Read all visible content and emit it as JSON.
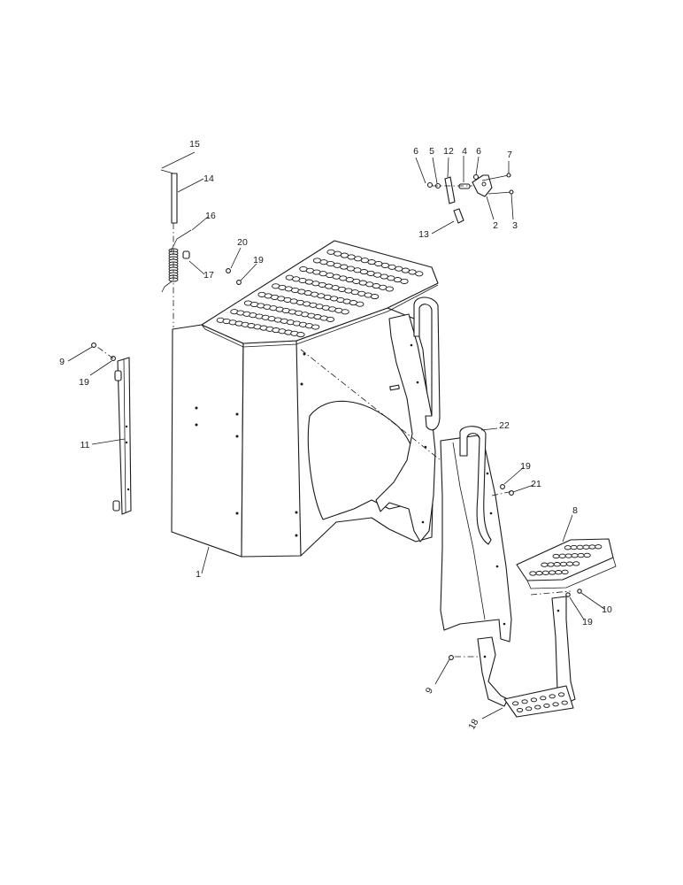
{
  "diagram": {
    "callouts": [
      {
        "label": "1"
      },
      {
        "label": "2"
      },
      {
        "label": "3"
      },
      {
        "label": "4"
      },
      {
        "label": "5"
      },
      {
        "label": "6"
      },
      {
        "label": "6"
      },
      {
        "label": "7"
      },
      {
        "label": "8"
      },
      {
        "label": "9"
      },
      {
        "label": "9"
      },
      {
        "label": "10"
      },
      {
        "label": "11"
      },
      {
        "label": "12"
      },
      {
        "label": "13"
      },
      {
        "label": "14"
      },
      {
        "label": "15"
      },
      {
        "label": "16"
      },
      {
        "label": "17"
      },
      {
        "label": "18"
      },
      {
        "label": "19"
      },
      {
        "label": "19"
      },
      {
        "label": "19"
      },
      {
        "label": "19"
      },
      {
        "label": "20"
      },
      {
        "label": "21"
      },
      {
        "label": "22"
      }
    ]
  }
}
